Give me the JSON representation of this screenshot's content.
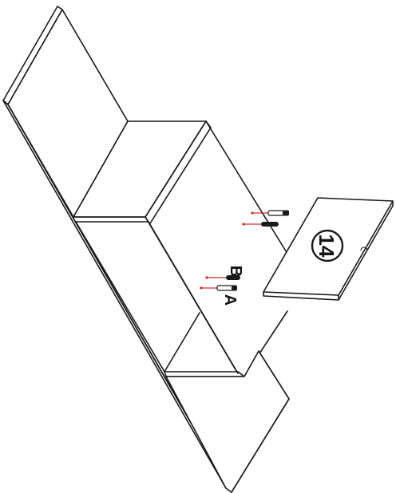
{
  "diagram": {
    "part_label_a": "A",
    "part_label_b": "B",
    "step_number": "14"
  },
  "colors": {
    "line": "#1a1a1a",
    "fastener_accent": "#d42a2a",
    "background": "#ffffff"
  }
}
